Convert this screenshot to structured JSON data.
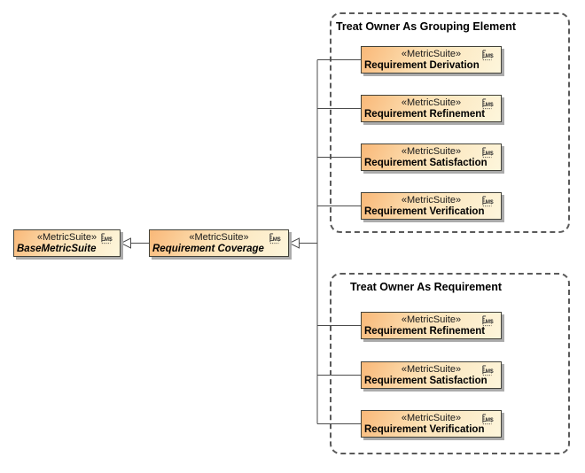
{
  "diagram": {
    "type": "uml-class-diagram",
    "stereotype_label": "«MetricSuite»",
    "icon": {
      "name": "metric-suite-icon",
      "label": "M$"
    },
    "colors": {
      "background": "#ffffff",
      "node_fill_start": "#f9b878",
      "node_fill_end": "#fdf6dc",
      "node_border": "#42423a",
      "node_shadow": "#ababab",
      "connector": "#4c4c4c",
      "group_border": "#5a5a5a",
      "text": "#000000"
    },
    "groups": [
      {
        "id": "treat-owner-as-grouping-element",
        "title": "Treat Owner As Grouping Element"
      },
      {
        "id": "treat-owner-as-requirement",
        "title": "Treat Owner As Requirement"
      }
    ],
    "nodes": [
      {
        "id": "base-metric-suite",
        "stereotype": "«MetricSuite»",
        "name": "BaseMetricSuite",
        "abstract": true
      },
      {
        "id": "requirement-coverage",
        "stereotype": "«MetricSuite»",
        "name": "Requirement Coverage",
        "abstract": true
      },
      {
        "id": "requirement-derivation",
        "stereotype": "«MetricSuite»",
        "name": "Requirement Derivation",
        "group": "Treat Owner As Grouping Element"
      },
      {
        "id": "requirement-refinement-grouping",
        "stereotype": "«MetricSuite»",
        "name": "Requirement Refinement",
        "group": "Treat Owner As Grouping Element"
      },
      {
        "id": "requirement-satisfaction-grouping",
        "stereotype": "«MetricSuite»",
        "name": "Requirement Satisfaction",
        "group": "Treat Owner As Grouping Element"
      },
      {
        "id": "requirement-verification-grouping",
        "stereotype": "«MetricSuite»",
        "name": "Requirement Verification",
        "group": "Treat Owner As Grouping Element"
      },
      {
        "id": "requirement-refinement-requirement",
        "stereotype": "«MetricSuite»",
        "name": "Requirement Refinement",
        "group": "Treat Owner As Requirement"
      },
      {
        "id": "requirement-satisfaction-requirement",
        "stereotype": "«MetricSuite»",
        "name": "Requirement Satisfaction",
        "group": "Treat Owner As Requirement"
      },
      {
        "id": "requirement-verification-requirement",
        "stereotype": "«MetricSuite»",
        "name": "Requirement Verification",
        "group": "Treat Owner As Requirement"
      }
    ],
    "relationships": [
      {
        "type": "generalization",
        "from": "Requirement Coverage",
        "to": "BaseMetricSuite"
      },
      {
        "type": "generalization",
        "from": "Requirement Derivation",
        "to": "Requirement Coverage"
      },
      {
        "type": "generalization",
        "from": "Requirement Refinement (grouping)",
        "to": "Requirement Coverage"
      },
      {
        "type": "generalization",
        "from": "Requirement Satisfaction (grouping)",
        "to": "Requirement Coverage"
      },
      {
        "type": "generalization",
        "from": "Requirement Verification (grouping)",
        "to": "Requirement Coverage"
      },
      {
        "type": "generalization",
        "from": "Requirement Refinement (requirement)",
        "to": "Requirement Coverage"
      },
      {
        "type": "generalization",
        "from": "Requirement Satisfaction (requirement)",
        "to": "Requirement Coverage"
      },
      {
        "type": "generalization",
        "from": "Requirement Verification (requirement)",
        "to": "Requirement Coverage"
      }
    ]
  }
}
